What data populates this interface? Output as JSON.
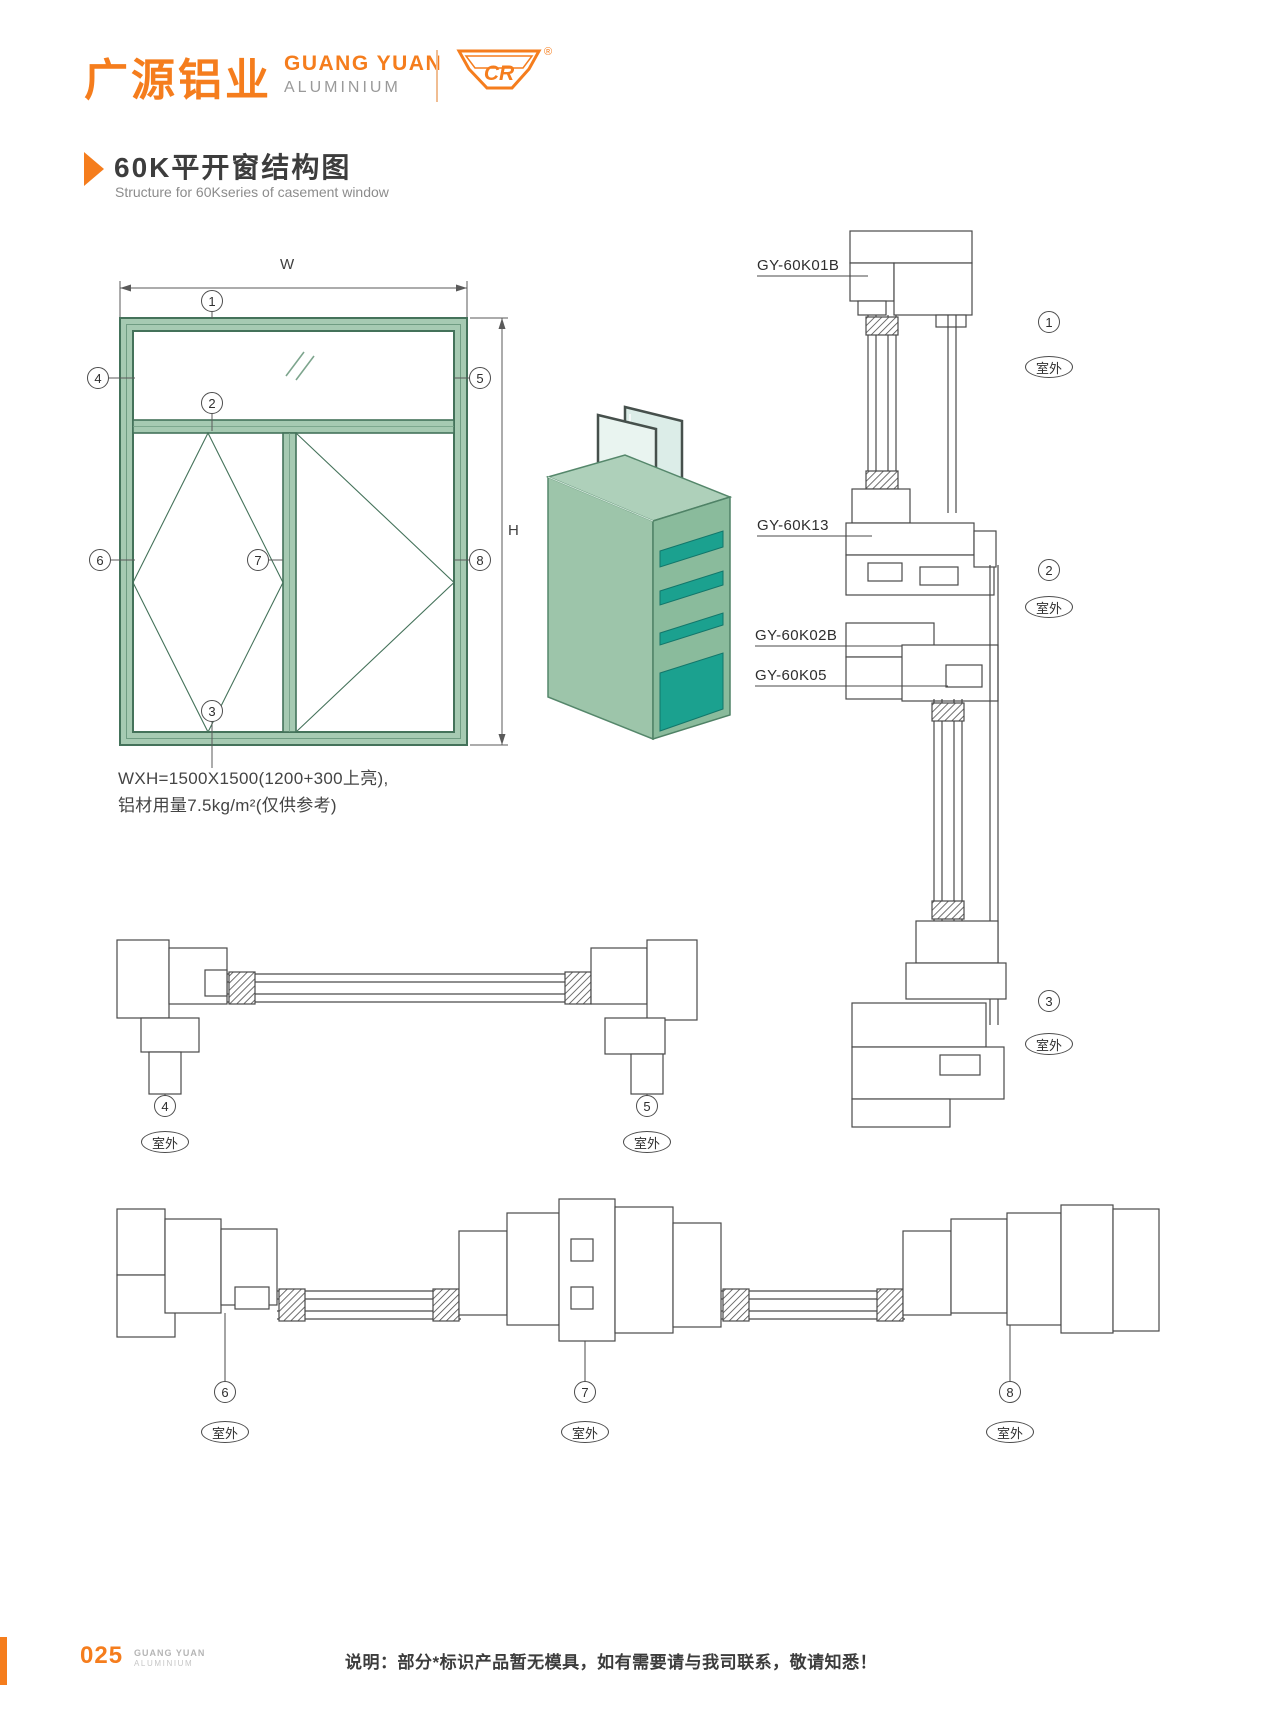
{
  "header": {
    "logo_cn": "广源铝业",
    "logo_en_top": "GUANG YUAN",
    "logo_en_bottom": "ALUMINIUM",
    "mark_text": "CR",
    "registered": "®"
  },
  "title": {
    "cn": "60K平开窗结构图",
    "en": "Structure for 60Kseries of casement window"
  },
  "elevation": {
    "dim_w": "W",
    "dim_h": "H",
    "callouts": [
      "1",
      "2",
      "3",
      "4",
      "5",
      "6",
      "7",
      "8"
    ],
    "spec_line1": "WXH=1500X1500(1200+300上亮),",
    "spec_line2": "铝材用量7.5kg/m²(仅供参考)"
  },
  "vertical_section": {
    "labels": [
      "GY-60K01B",
      "GY-60K13",
      "GY-60K02B",
      "GY-60K05"
    ],
    "callouts": [
      {
        "num": "1",
        "loc": "室外"
      },
      {
        "num": "2",
        "loc": "室外"
      },
      {
        "num": "3",
        "loc": "室外"
      }
    ]
  },
  "mid_section": {
    "callouts": [
      {
        "num": "4",
        "loc": "室外"
      },
      {
        "num": "5",
        "loc": "室外"
      }
    ]
  },
  "bottom_section": {
    "callouts": [
      {
        "num": "6",
        "loc": "室外"
      },
      {
        "num": "7",
        "loc": "室外"
      },
      {
        "num": "8",
        "loc": "室外"
      }
    ]
  },
  "footer": {
    "page_number": "025",
    "brand_top": "GUANG YUAN",
    "brand_bottom": "ALUMINIUM",
    "note": "说明：部分*标识产品暂无模具，如有需要请与我司联系，敬请知悉！"
  },
  "colors": {
    "accent_orange": "#f57d1d",
    "frame_green": "#a6cab2",
    "frame_green_dark": "#44725a",
    "teal": "#1ba18f",
    "line": "#4a4a4a"
  }
}
